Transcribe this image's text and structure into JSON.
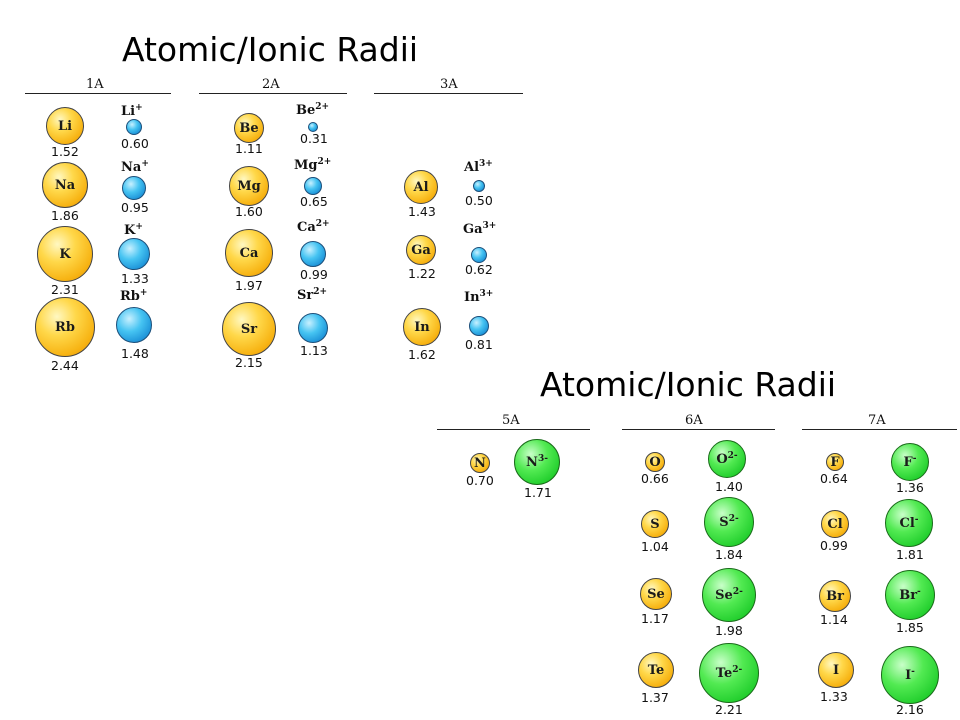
{
  "top_panel": {
    "title": "Atomic/Ionic Radii",
    "groups": [
      {
        "label": "1A"
      },
      {
        "label": "2A"
      },
      {
        "label": "3A"
      }
    ],
    "atoms": [
      {
        "symbol": "Li",
        "radius": "1.52"
      },
      {
        "symbol": "Na",
        "radius": "1.86"
      },
      {
        "symbol": "K",
        "radius": "2.31"
      },
      {
        "symbol": "Rb",
        "radius": "2.44"
      },
      {
        "symbol": "Be",
        "radius": "1.11"
      },
      {
        "symbol": "Mg",
        "radius": "1.60"
      },
      {
        "symbol": "Ca",
        "radius": "1.97"
      },
      {
        "symbol": "Sr",
        "radius": "2.15"
      },
      {
        "symbol": "Al",
        "radius": "1.43"
      },
      {
        "symbol": "Ga",
        "radius": "1.22"
      },
      {
        "symbol": "In",
        "radius": "1.62"
      }
    ],
    "ions": [
      {
        "symbol": "Li",
        "charge": "+",
        "radius": "0.60"
      },
      {
        "symbol": "Na",
        "charge": "+",
        "radius": "0.95"
      },
      {
        "symbol": "K",
        "charge": "+",
        "radius": "1.33"
      },
      {
        "symbol": "Rb",
        "charge": "+",
        "radius": "1.48"
      },
      {
        "symbol": "Be",
        "charge": "2+",
        "radius": "0.31"
      },
      {
        "symbol": "Mg",
        "charge": "2+",
        "radius": "0.65"
      },
      {
        "symbol": "Ca",
        "charge": "2+",
        "radius": "0.99"
      },
      {
        "symbol": "Sr",
        "charge": "2+",
        "radius": "1.13"
      },
      {
        "symbol": "Al",
        "charge": "3+",
        "radius": "0.50"
      },
      {
        "symbol": "Ga",
        "charge": "3+",
        "radius": "0.62"
      },
      {
        "symbol": "In",
        "charge": "3+",
        "radius": "0.81"
      }
    ]
  },
  "bottom_panel": {
    "title": "Atomic/Ionic Radii",
    "groups": [
      {
        "label": "5A"
      },
      {
        "label": "6A"
      },
      {
        "label": "7A"
      }
    ],
    "atoms": [
      {
        "symbol": "N",
        "radius": "0.70"
      },
      {
        "symbol": "O",
        "radius": "0.66"
      },
      {
        "symbol": "S",
        "radius": "1.04"
      },
      {
        "symbol": "Se",
        "radius": "1.17"
      },
      {
        "symbol": "Te",
        "radius": "1.37"
      },
      {
        "symbol": "F",
        "radius": "0.64"
      },
      {
        "symbol": "Cl",
        "radius": "0.99"
      },
      {
        "symbol": "Br",
        "radius": "1.14"
      },
      {
        "symbol": "I",
        "radius": "1.33"
      }
    ],
    "ions": [
      {
        "symbol": "N",
        "charge": "3-",
        "radius": "1.71"
      },
      {
        "symbol": "O",
        "charge": "2-",
        "radius": "1.40"
      },
      {
        "symbol": "S",
        "charge": "2-",
        "radius": "1.84"
      },
      {
        "symbol": "Se",
        "charge": "2-",
        "radius": "1.98"
      },
      {
        "symbol": "Te",
        "charge": "2-",
        "radius": "2.21"
      },
      {
        "symbol": "F",
        "charge": "-",
        "radius": "1.36"
      },
      {
        "symbol": "Cl",
        "charge": "-",
        "radius": "1.81"
      },
      {
        "symbol": "Br",
        "charge": "-",
        "radius": "1.85"
      },
      {
        "symbol": "I",
        "charge": "-",
        "radius": "2.16"
      }
    ]
  },
  "colors": {
    "atom": "#f7b313",
    "cation": "#1a8fd6",
    "anion": "#1ecc2a"
  }
}
